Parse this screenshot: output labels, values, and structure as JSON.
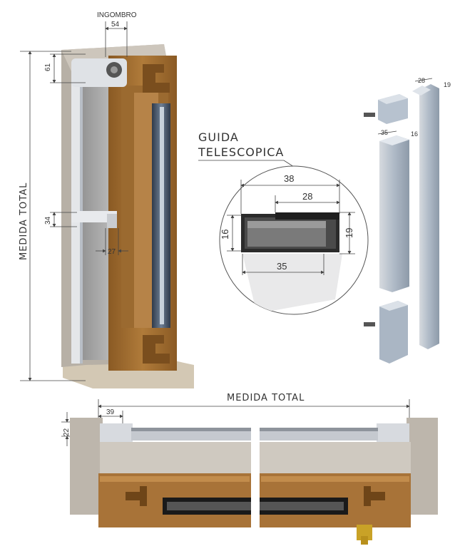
{
  "colors": {
    "wood": "#a06a2c",
    "wood_dark": "#7a4e1e",
    "wood_light": "#c4904c",
    "concrete": "#bdb6ac",
    "concrete_dark": "#9e978d",
    "metal": "#c9ccd0",
    "metal_blue": "#a9b8c9",
    "dim_line": "#444444",
    "text": "#333333"
  },
  "elevation": {
    "ingombro_label": "INGOMBRO",
    "ingombro_value": "54",
    "top_height_value": "61",
    "medida_total_label": "MEDIDA TOTAL",
    "guide_height_value": "34",
    "guide_width_value": "27"
  },
  "detail": {
    "title_line1": "GUIDA",
    "title_line2": "TELESCOPICA",
    "outer_width": "38",
    "inner_width": "28",
    "bottom_width": "35",
    "left_height": "16",
    "right_height": "19"
  },
  "exploded": {
    "dim_28": "28",
    "dim_19": "19",
    "dim_35": "35",
    "dim_16": "16"
  },
  "plan": {
    "medida_total_label": "MEDIDA TOTAL",
    "width_value": "39",
    "height_value": "22"
  }
}
